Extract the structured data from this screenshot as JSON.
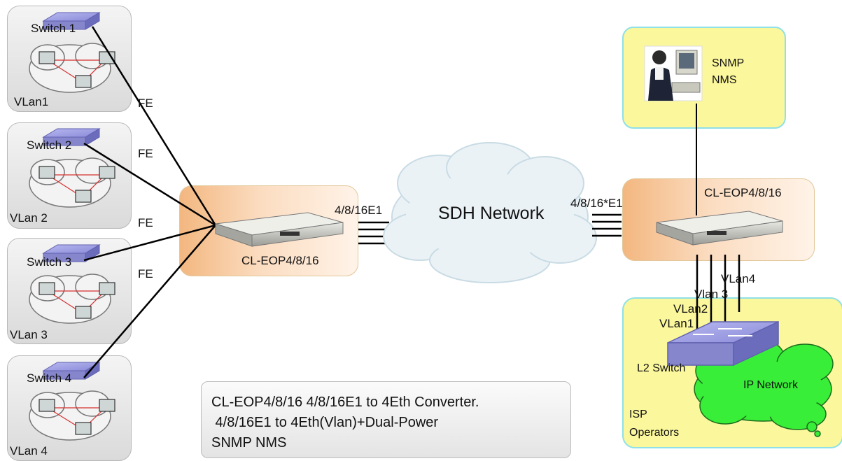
{
  "vlans": [
    {
      "switch": "Switch 1",
      "vlan": "VLan1"
    },
    {
      "switch": "Switch 2",
      "vlan": "VLan 2"
    },
    {
      "switch": "Switch 3",
      "vlan": "VLan 3"
    },
    {
      "switch": "Switch 4",
      "vlan": "VLan 4"
    }
  ],
  "links": {
    "fe": [
      "FE",
      "FE",
      "FE",
      "FE"
    ],
    "e1_left": "4/8/16E1",
    "e1_right": "4/8/16*E1"
  },
  "devices": {
    "left": "CL-EOP4/8/16",
    "right": "CL-EOP4/8/16"
  },
  "cloud": {
    "label": "SDH Network"
  },
  "snmp": {
    "line1": "SNMP",
    "line2": "NMS"
  },
  "isp": {
    "vlan_labels": [
      "VLan1",
      "VLan2",
      "Vlan 3",
      "VLan4"
    ],
    "switch_label": "L2 Switch",
    "ip_network": "IP Network",
    "line1": "ISP",
    "line2": "Operators"
  },
  "note": {
    "line1": "CL-EOP4/8/16 4/8/16E1 to 4Eth Converter.",
    "line2": " 4/8/16E1 to 4Eth(Vlan)+Dual-Power",
    "line3": "SNMP NMS"
  },
  "colors": {
    "snmp_bg": "#fbf79c",
    "snmp_border": "#8fe0e8",
    "eop_orange": "#f3b780",
    "ip_cloud": "#3ef03e"
  }
}
